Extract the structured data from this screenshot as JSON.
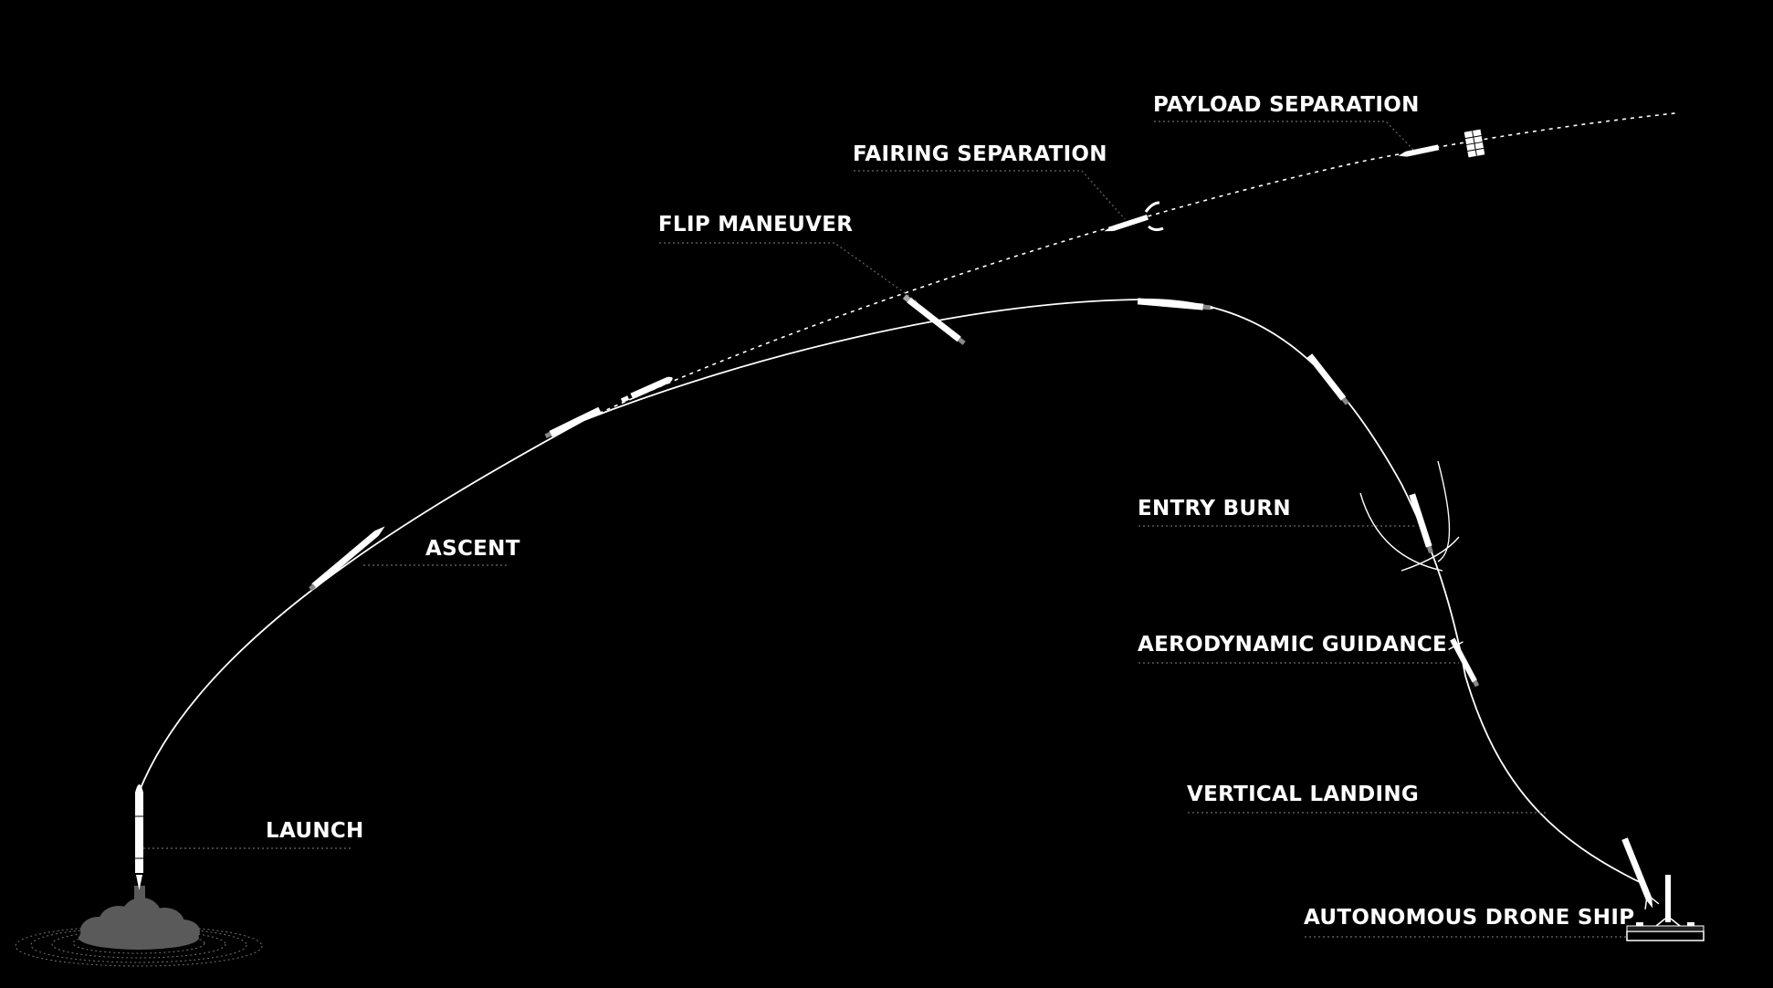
{
  "diagram": {
    "stages": {
      "launch": "LAUNCH",
      "ascent": "ASCENT",
      "flip_maneuver": "FLIP MANEUVER",
      "fairing_separation": "FAIRING SEPARATION",
      "payload_separation": "PAYLOAD SEPARATION",
      "entry_burn": "ENTRY BURN",
      "aerodynamic_guidance": "AERODYNAMIC GUIDANCE",
      "vertical_landing": "VERTICAL LANDING",
      "autonomous_drone_ship": "AUTONOMOUS DRONE SHIP"
    },
    "colors": {
      "background": "#000000",
      "foreground": "#ffffff",
      "leader_line": "#6a6a6a",
      "launch_smoke": "#5a5a5a"
    }
  }
}
